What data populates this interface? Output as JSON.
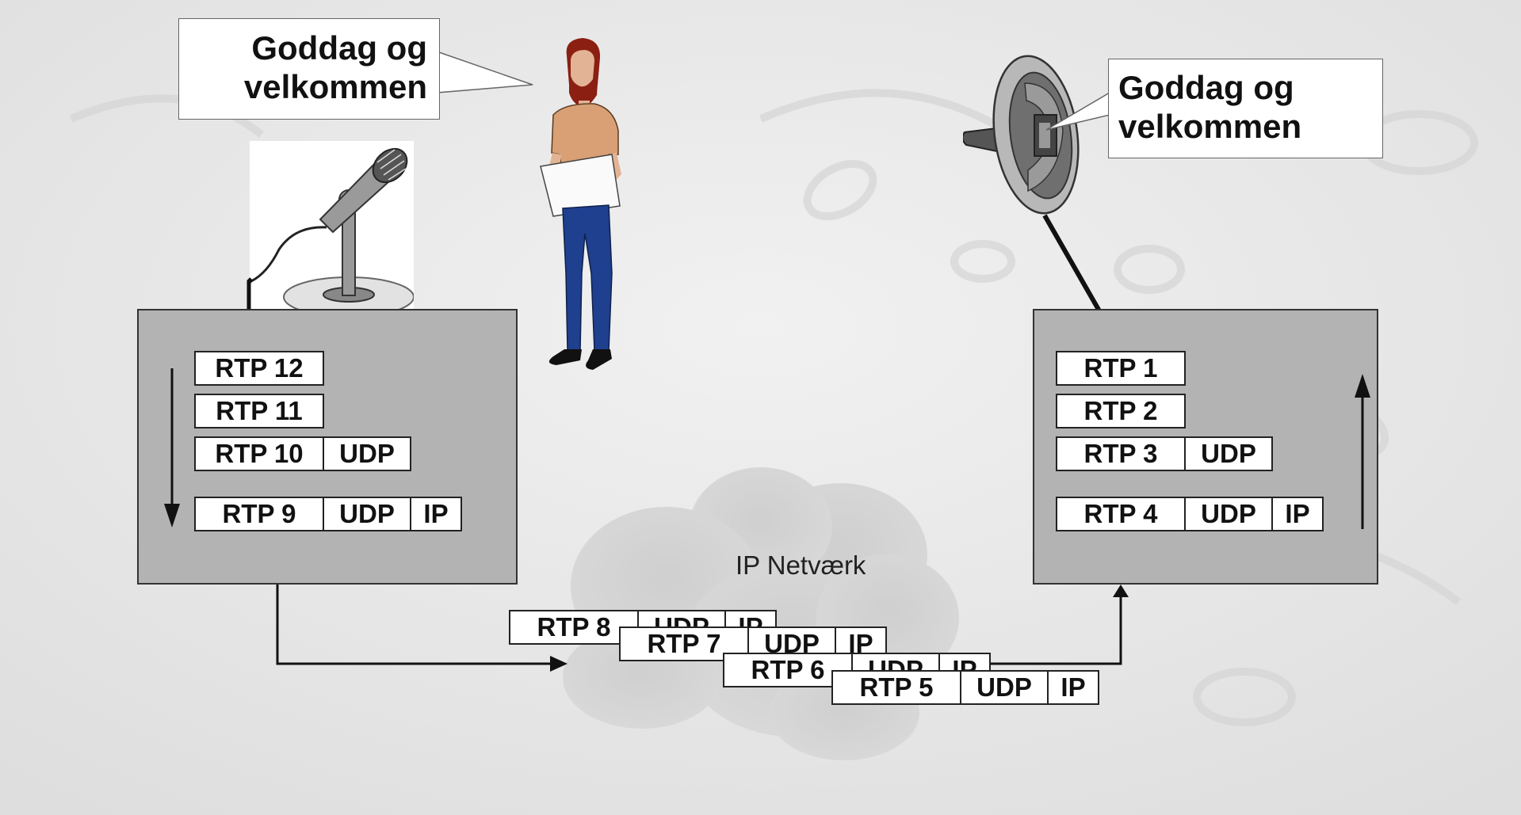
{
  "speech": {
    "left": {
      "line1": "Goddag og",
      "line2": "velkommen"
    },
    "right": {
      "line1": "Goddag og",
      "line2": "velkommen"
    }
  },
  "sender": {
    "packets": [
      {
        "rtp": "RTP 12"
      },
      {
        "rtp": "RTP 11"
      },
      {
        "rtp": "RTP 10",
        "udp": "UDP"
      },
      {
        "rtp": "RTP 9",
        "udp": "UDP",
        "ip": "IP"
      }
    ]
  },
  "receiver": {
    "packets": [
      {
        "rtp": "RTP 1"
      },
      {
        "rtp": "RTP 2"
      },
      {
        "rtp": "RTP 3",
        "udp": "UDP"
      },
      {
        "rtp": "RTP 4",
        "udp": "UDP",
        "ip": "IP"
      }
    ]
  },
  "network": {
    "label": "IP Netværk",
    "packets": [
      {
        "rtp": "RTP 8",
        "udp": "UDP",
        "ip": "IP"
      },
      {
        "rtp": "RTP 7",
        "udp": "UDP",
        "ip": "IP"
      },
      {
        "rtp": "RTP 6",
        "udp": "UDP",
        "ip": "IP"
      },
      {
        "rtp": "RTP 5",
        "udp": "UDP",
        "ip": "IP"
      }
    ]
  },
  "colors": {
    "host_fill": "#b3b3b3",
    "shirt": "#d8a074",
    "jeans": "#1f3f8f",
    "hair": "#8a1f12"
  },
  "icons": [
    "microphone-icon",
    "speaker-icon",
    "person-icon",
    "cloud-icon"
  ]
}
